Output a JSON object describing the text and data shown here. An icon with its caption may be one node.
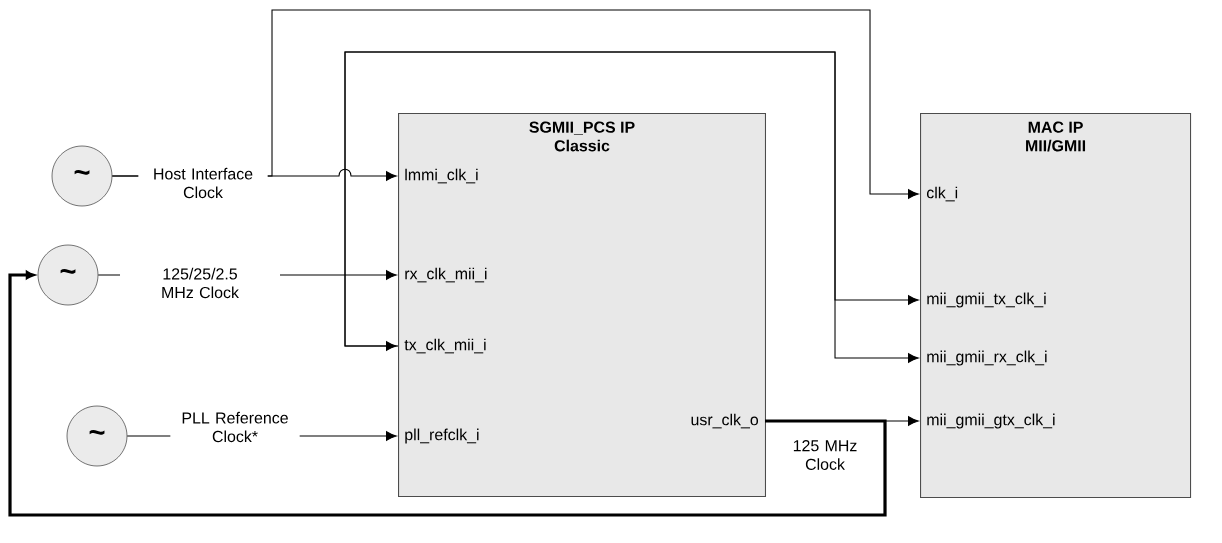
{
  "diagram": {
    "nodes": [
      {
        "text": [
          "~"
        ]
      },
      {
        "text": [
          "~"
        ]
      },
      {
        "text": [
          "~"
        ]
      },
      {
        "text": [
          "SGMII_PCS IP Classic"
        ]
      },
      {
        "text": [
          "lmmi_clk_i"
        ],
        "in": 3
      },
      {
        "text": [
          "rx_clk_mii_i"
        ],
        "in": 3
      },
      {
        "text": [
          "tx_clk_mii_i"
        ],
        "in": 3
      },
      {
        "text": [
          "pll_refclk_i"
        ],
        "in": 3
      },
      {
        "text": [
          "usr_clk_o"
        ],
        "in": 3
      },
      {
        "text": [
          "MAC IP MII/GMII"
        ]
      },
      {
        "text": [
          "clk_i"
        ],
        "in": 9
      },
      {
        "text": [
          "mii_gmii_tx_clk_i"
        ],
        "in": 9
      },
      {
        "text": [
          "mii_gmii_rx_clk_i"
        ],
        "in": 9
      },
      {
        "text": [
          "mii_gmii_gtx_clk_i"
        ],
        "in": 9
      }
    ],
    "edges": [
      {
        "from": 0,
        "to": 4,
        "arrow": "to",
        "label": "Host Interface Clock"
      },
      {
        "from": 0,
        "to": 10,
        "arrow": "to"
      },
      {
        "from": 1,
        "to": 5,
        "arrow": "to",
        "label": "125/25/2.5 MHz Clock"
      },
      {
        "from": 6,
        "to": 11,
        "arrow": "both"
      },
      {
        "from": 6,
        "to": 12,
        "arrow": "to"
      },
      {
        "from": 2,
        "to": 7,
        "arrow": "to",
        "label": "PLL Reference Clock*"
      },
      {
        "from": 8,
        "to": 13,
        "arrow": "to",
        "label": "125 MHz Clock"
      },
      {
        "from": 8,
        "to": 1,
        "arrow": "to",
        "style": "thick"
      }
    ]
  }
}
